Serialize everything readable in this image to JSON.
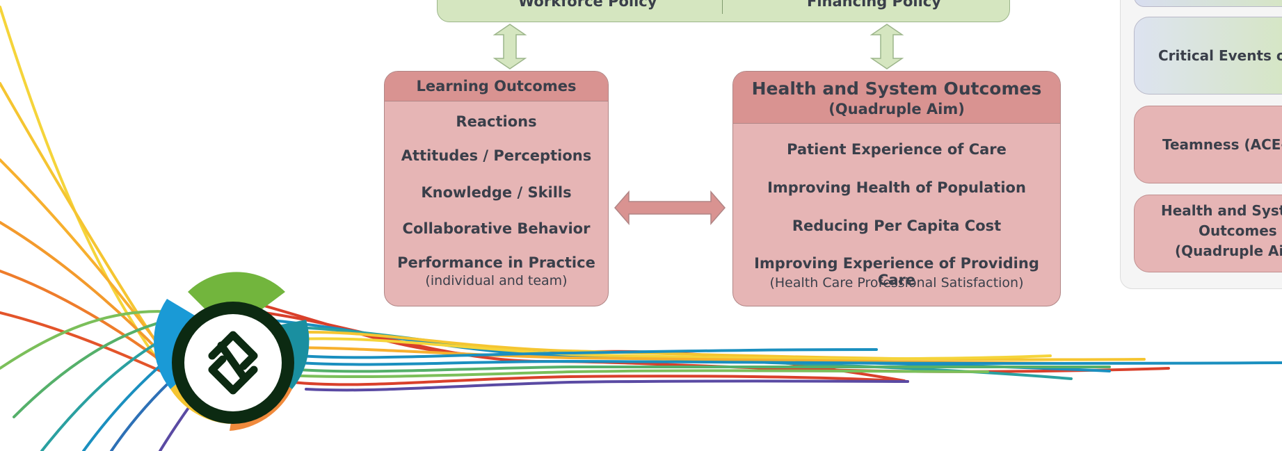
{
  "policy": {
    "left_label": "Workforce Policy",
    "right_label": "Financing Policy"
  },
  "learning": {
    "title": "Learning Outcomes",
    "items": [
      "Reactions",
      "Attitudes / Perceptions",
      "Knowledge / Skills",
      "Collaborative Behavior",
      "Performance in Practice"
    ],
    "performance_sub": "(individual and team)"
  },
  "health": {
    "title": "Health and System Outcomes",
    "subtitle": "(Quadruple Aim)",
    "items": [
      "Patient Experience of Care",
      "Improving Health of Population",
      "Reducing Per Capita Cost",
      "Improving Experience of Providing Care"
    ],
    "providing_sub": "(Health Care Professional Satisfaction)"
  },
  "sidebar": {
    "card1": "Critical Events of",
    "card2": "Teamness (ACE-",
    "card3_line1": "Health and Syste",
    "card3_line2": "Outcomes",
    "card3_line3": "(Quadruple Air"
  },
  "colors": {
    "policy_fill": "#d5e6c0",
    "outcome_fill": "#e6b5b5",
    "outcome_header": "#d99391",
    "arrow_green": "#d5e6c0",
    "arrow_red": "#d99391",
    "logo_dark": "#0c2a12"
  }
}
